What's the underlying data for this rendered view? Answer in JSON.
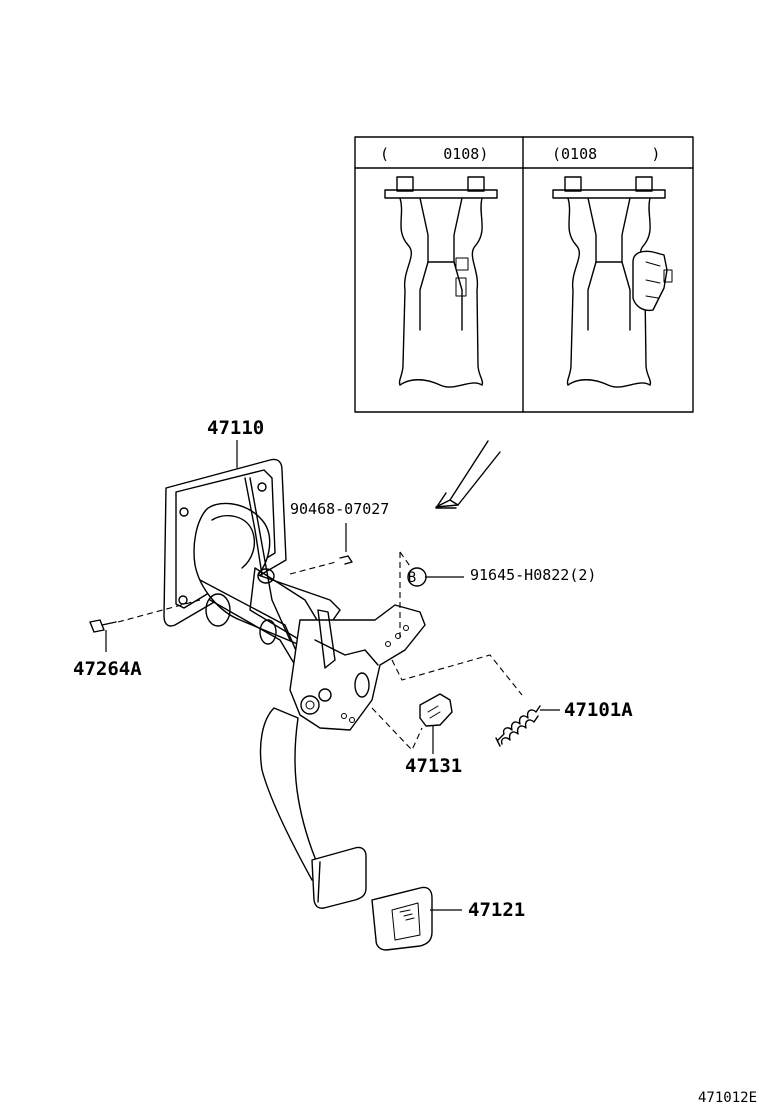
{
  "inset": {
    "left_header": "(      0108)",
    "right_header": "(0108      )"
  },
  "parts": {
    "p47110": "47110",
    "p90468": "90468-07027",
    "p91645": "91645-H0822(2)",
    "p91645_ref": "B",
    "p47264A": "47264A",
    "p47101A": "47101A",
    "p47131": "47131",
    "p47121": "47121"
  },
  "diagram_code": "471012E"
}
